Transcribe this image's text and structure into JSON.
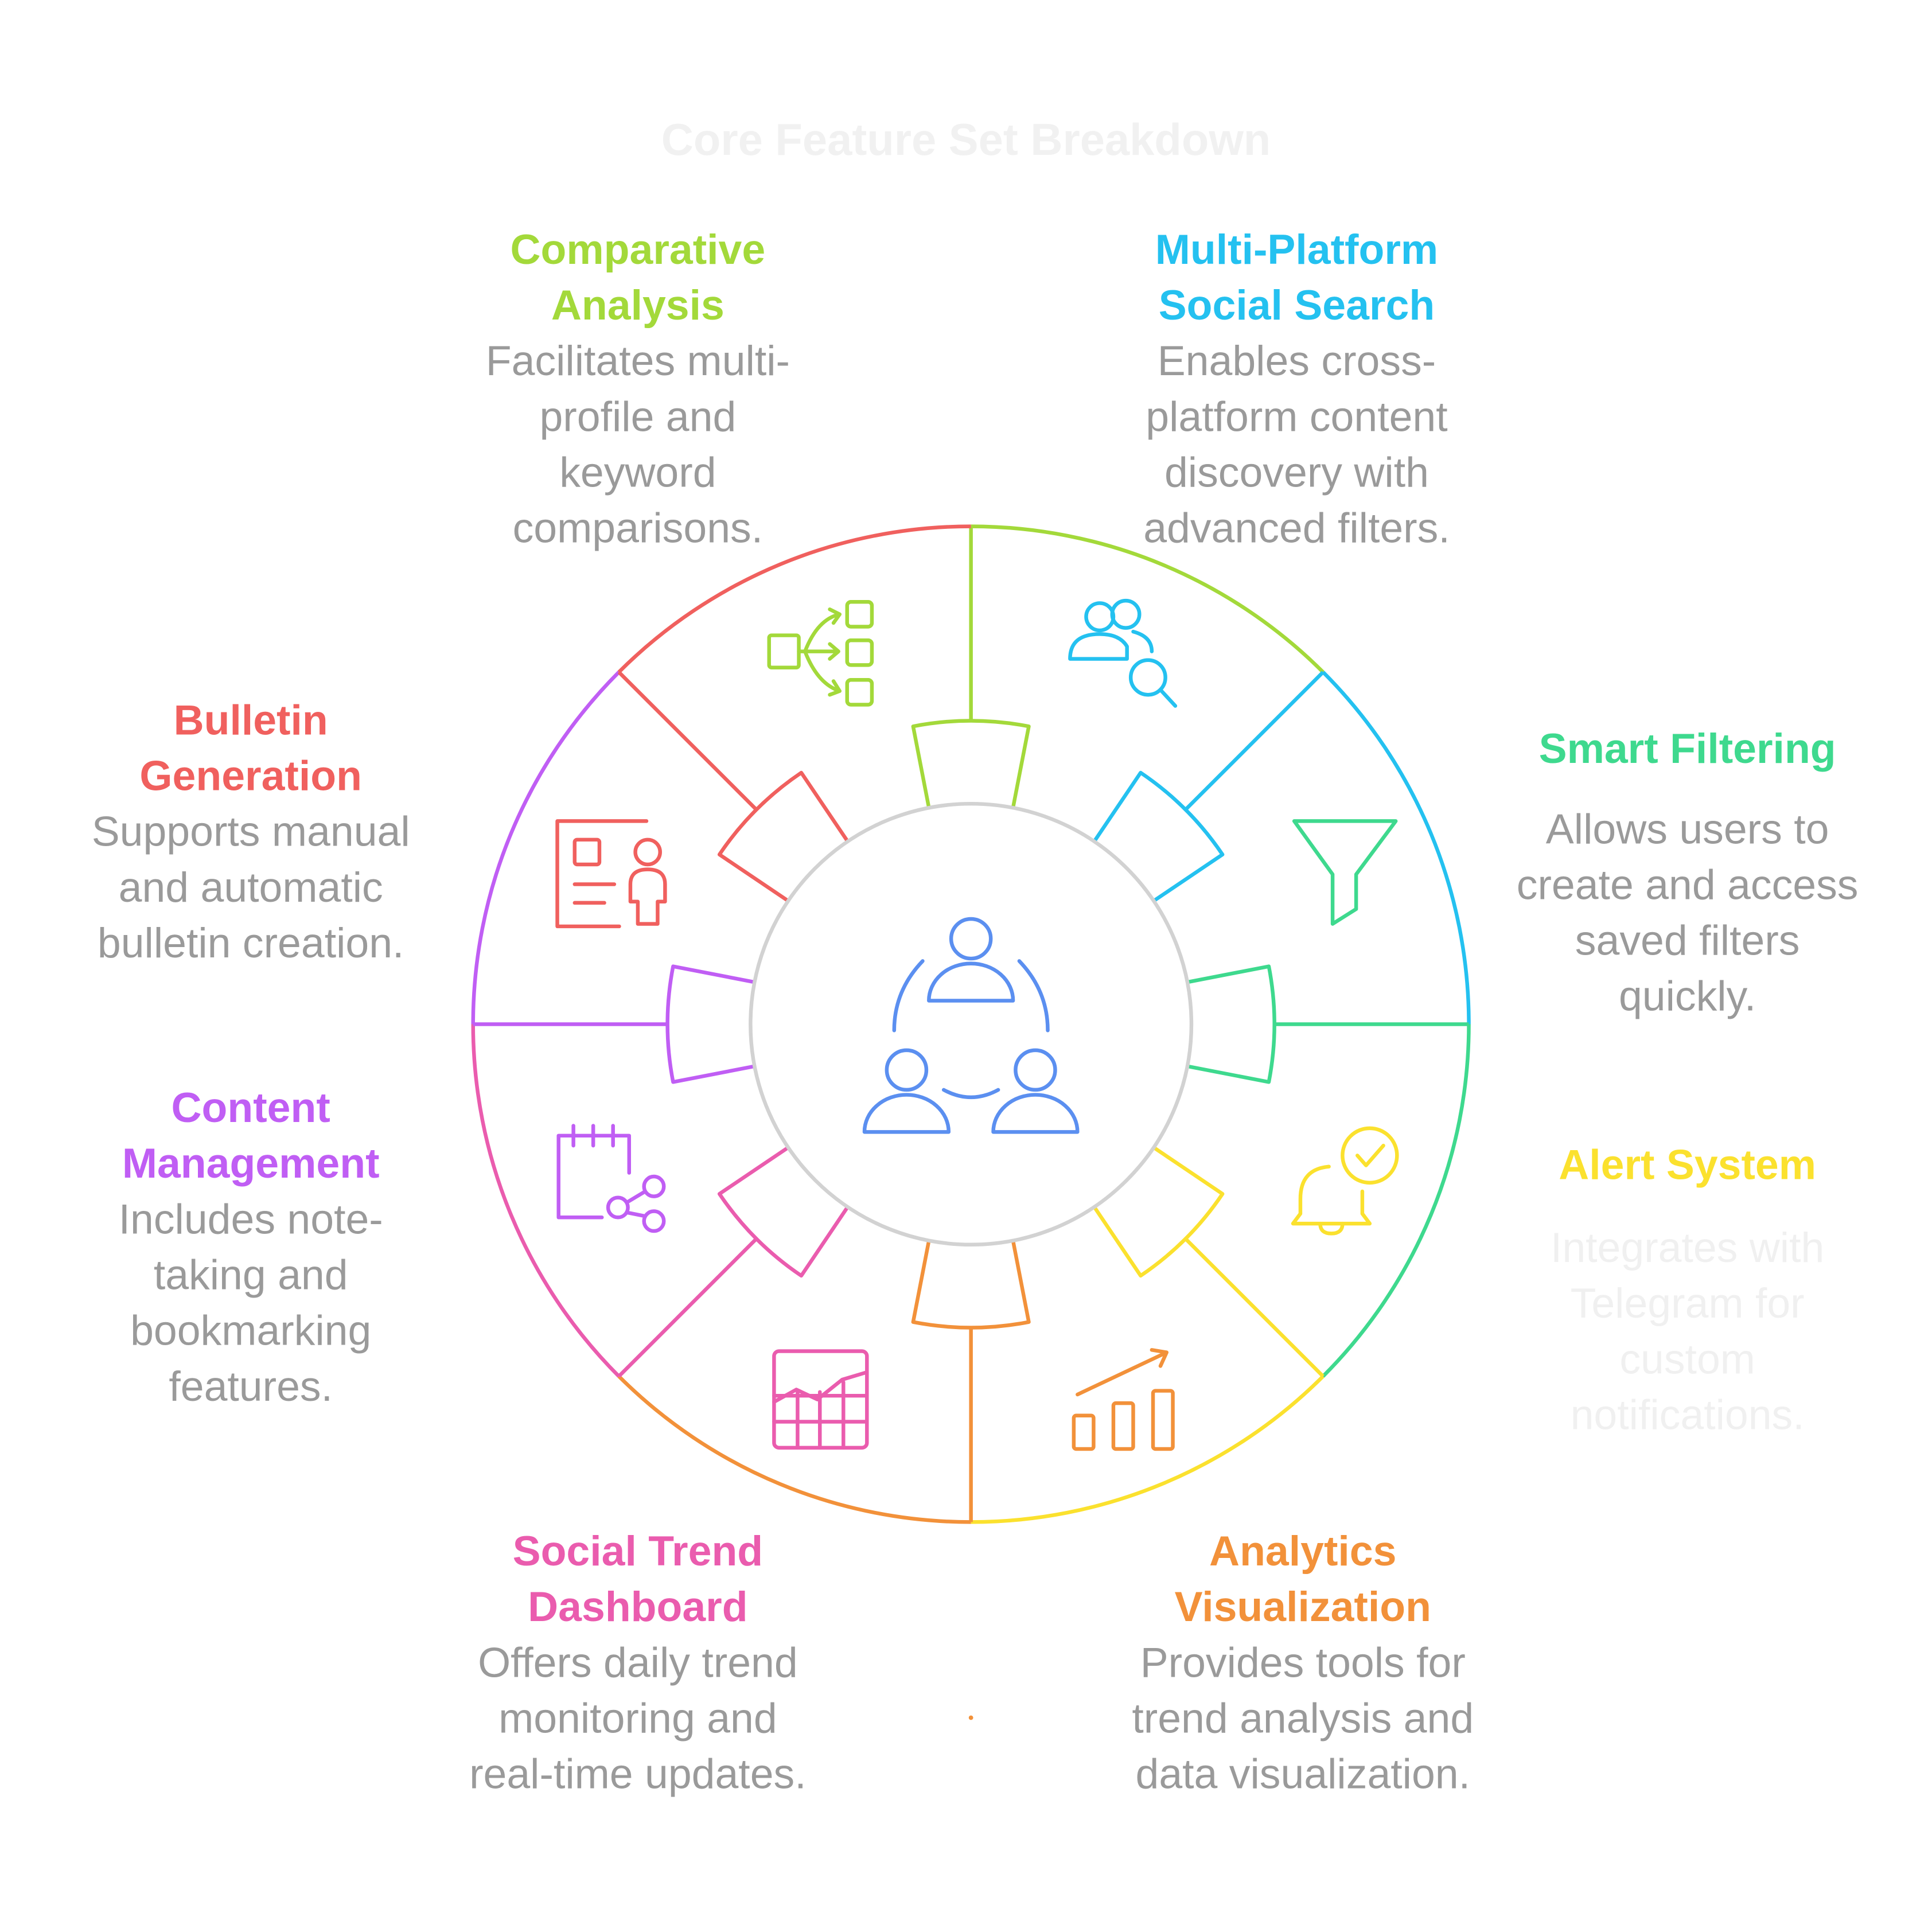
{
  "title": "Core Feature Set Breakdown",
  "colors": {
    "green": "#a3d93a",
    "blue": "#24c1f0",
    "teal": "#3ed98e",
    "yellow": "#fbe12e",
    "orange": "#f2913a",
    "pink": "#ea5cae",
    "purple": "#c05ef4",
    "red": "#f0605e",
    "center": "#5b8ff0",
    "ring": "#d2d2d2",
    "text_grey": "#9a9a9a"
  },
  "features": [
    {
      "id": "comparative",
      "title_lines": [
        "Comparative",
        "Analysis"
      ],
      "desc_lines": [
        "Facilitates multi-",
        "profile and",
        "keyword",
        "comparisons."
      ],
      "color": "#a3d93a",
      "icon": "flowchart-icon"
    },
    {
      "id": "multiplatform",
      "title_lines": [
        "Multi-Platform",
        "Social Search"
      ],
      "desc_lines": [
        "Enables cross-",
        "platform content",
        "discovery with",
        "advanced filters."
      ],
      "color": "#24c1f0",
      "icon": "users-search-icon"
    },
    {
      "id": "smartfilter",
      "title_lines": [
        "Smart Filtering"
      ],
      "desc_lines": [
        "Allows users to",
        "create and access",
        "saved filters",
        "quickly."
      ],
      "color": "#3ed98e",
      "icon": "funnel-icon"
    },
    {
      "id": "alert",
      "title_lines": [
        "Alert System"
      ],
      "desc_lines": [
        "Integrates with",
        "Telegram for",
        "custom",
        "notifications."
      ],
      "color": "#fbe12e",
      "icon": "bell-check-icon"
    },
    {
      "id": "analytics",
      "title_lines": [
        "Analytics",
        "Visualization"
      ],
      "desc_lines": [
        "Provides tools for",
        "trend analysis and",
        "data visualization."
      ],
      "color": "#f2913a",
      "icon": "bar-chart-trend-icon"
    },
    {
      "id": "socialtrend",
      "title_lines": [
        "Social Trend",
        "Dashboard"
      ],
      "desc_lines": [
        "Offers daily trend",
        "monitoring and",
        "real-time updates."
      ],
      "color": "#ea5cae",
      "icon": "dashboard-chart-icon"
    },
    {
      "id": "content",
      "title_lines": [
        "Content",
        "Management"
      ],
      "desc_lines": [
        "Includes note-",
        "taking and",
        "bookmarking",
        "features."
      ],
      "color": "#c05ef4",
      "icon": "calendar-share-icon"
    },
    {
      "id": "bulletin",
      "title_lines": [
        "Bulletin",
        "Generation"
      ],
      "desc_lines": [
        "Supports manual",
        "and automatic",
        "bulletin creation."
      ],
      "color": "#f0605e",
      "icon": "document-person-icon"
    }
  ]
}
